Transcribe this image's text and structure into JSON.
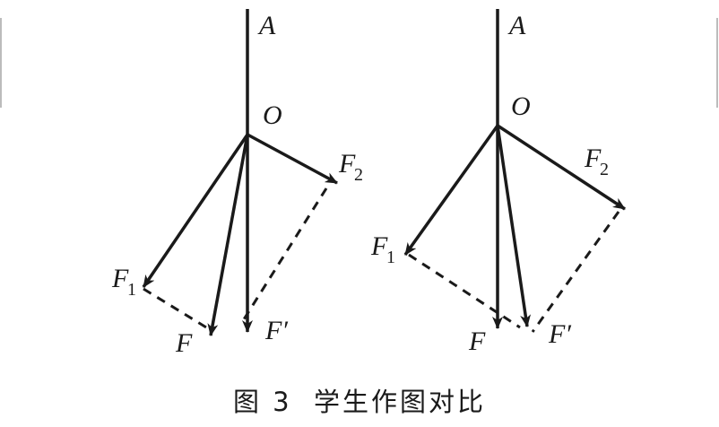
{
  "caption": "图 3  学生作图对比",
  "labels": {
    "A": "A",
    "O": "O",
    "F1": "F",
    "F1_sub": "1",
    "F2": "F",
    "F2_sub": "2",
    "F": "F",
    "Fp": "F′"
  },
  "colors": {
    "stroke": "#1a1a1a",
    "background": "#ffffff"
  }
}
